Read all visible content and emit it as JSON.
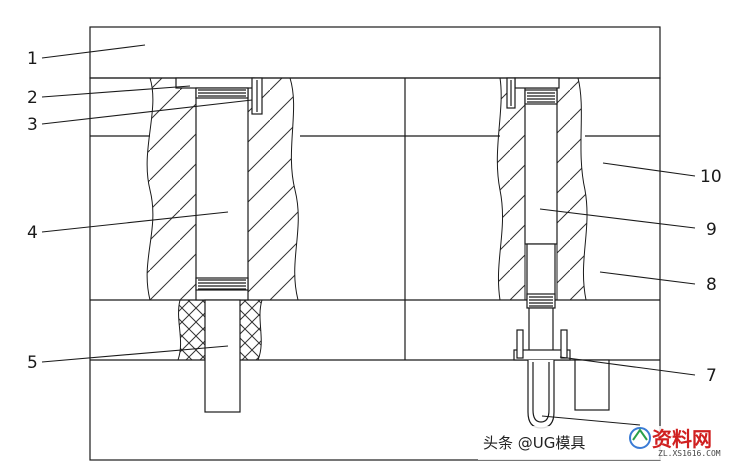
{
  "callouts": [
    {
      "id": "1",
      "text": "1"
    },
    {
      "id": "2",
      "text": "2"
    },
    {
      "id": "3",
      "text": "3"
    },
    {
      "id": "4",
      "text": "4"
    },
    {
      "id": "5",
      "text": "5"
    },
    {
      "id": "7",
      "text": "7"
    },
    {
      "id": "8",
      "text": "8"
    },
    {
      "id": "9",
      "text": "9"
    },
    {
      "id": "10",
      "text": "10"
    }
  ],
  "watermark": {
    "text": "头条 @UG模具",
    "logo": "资料网",
    "url": "ZL.XS1616.COM"
  },
  "colors": {
    "line": "#1a1a1a",
    "hatch": "#333333",
    "background": "#ffffff",
    "logo": "#d02020"
  }
}
